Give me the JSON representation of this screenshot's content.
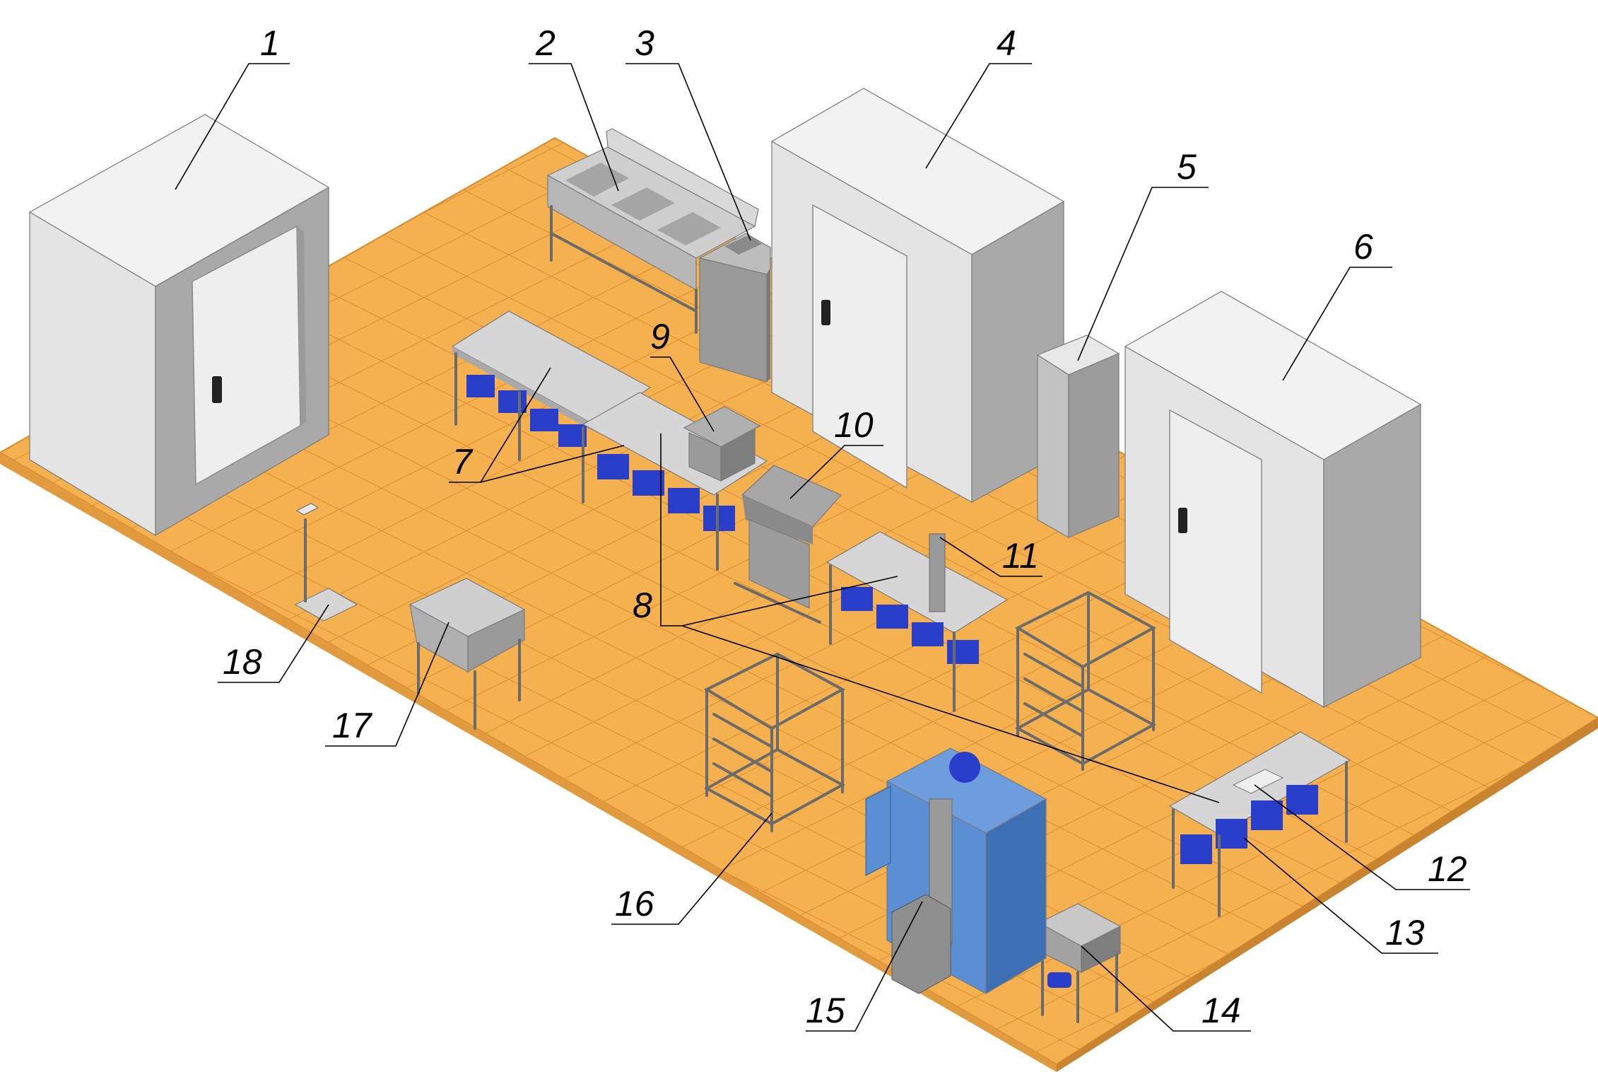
{
  "labels": [
    "1",
    "2",
    "3",
    "4",
    "5",
    "6",
    "7",
    "8",
    "9",
    "10",
    "11",
    "12",
    "13",
    "14",
    "15",
    "16",
    "17",
    "18"
  ],
  "colors": {
    "floor": "#f5b04f",
    "floor_grid": "#d98a2c",
    "floor_edge": "#e29a3e",
    "cabinet_top": "#f2f2f2",
    "cabinet_front": "#e6e6e6",
    "cabinet_side": "#a9a9a9",
    "steel_light": "#d6d6d6",
    "steel_dark": "#8f8f8f",
    "crate_blue": "#2a3fc9",
    "machine_blue": "#5b8fd3",
    "machine_dark": "#3d6fb5"
  }
}
